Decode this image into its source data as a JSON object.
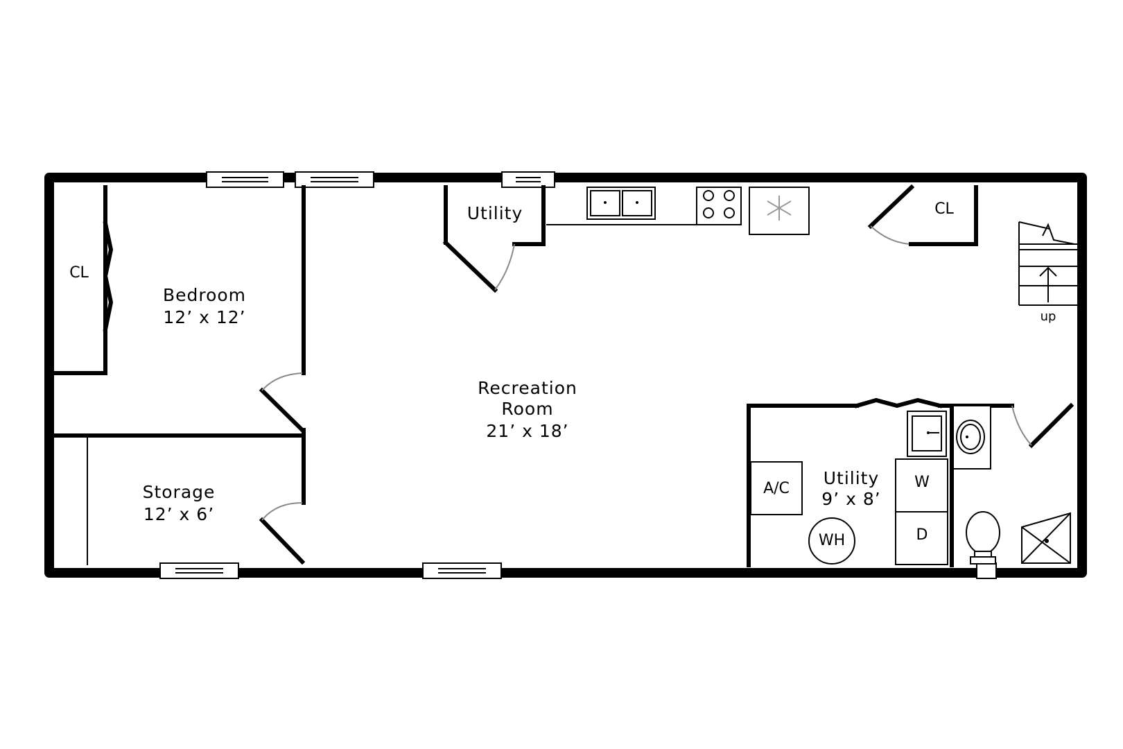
{
  "floorplan": {
    "rooms": [
      {
        "name": "Bedroom",
        "dims": "12’ x 12’"
      },
      {
        "name": "Storage",
        "dims": "12’ x 6’"
      },
      {
        "name": "Recreation",
        "name2": "Room",
        "dims": "21’ x 18’"
      },
      {
        "name": "Utility",
        "dims": "9’ x 8’"
      },
      {
        "name": "Utility",
        "dims": ""
      }
    ],
    "closets": [
      "CL",
      "CL"
    ],
    "fixtures": {
      "ac": "A/C",
      "washer": "W",
      "dryer": "D",
      "water_heater": "WH"
    },
    "stairs_label": "up"
  }
}
